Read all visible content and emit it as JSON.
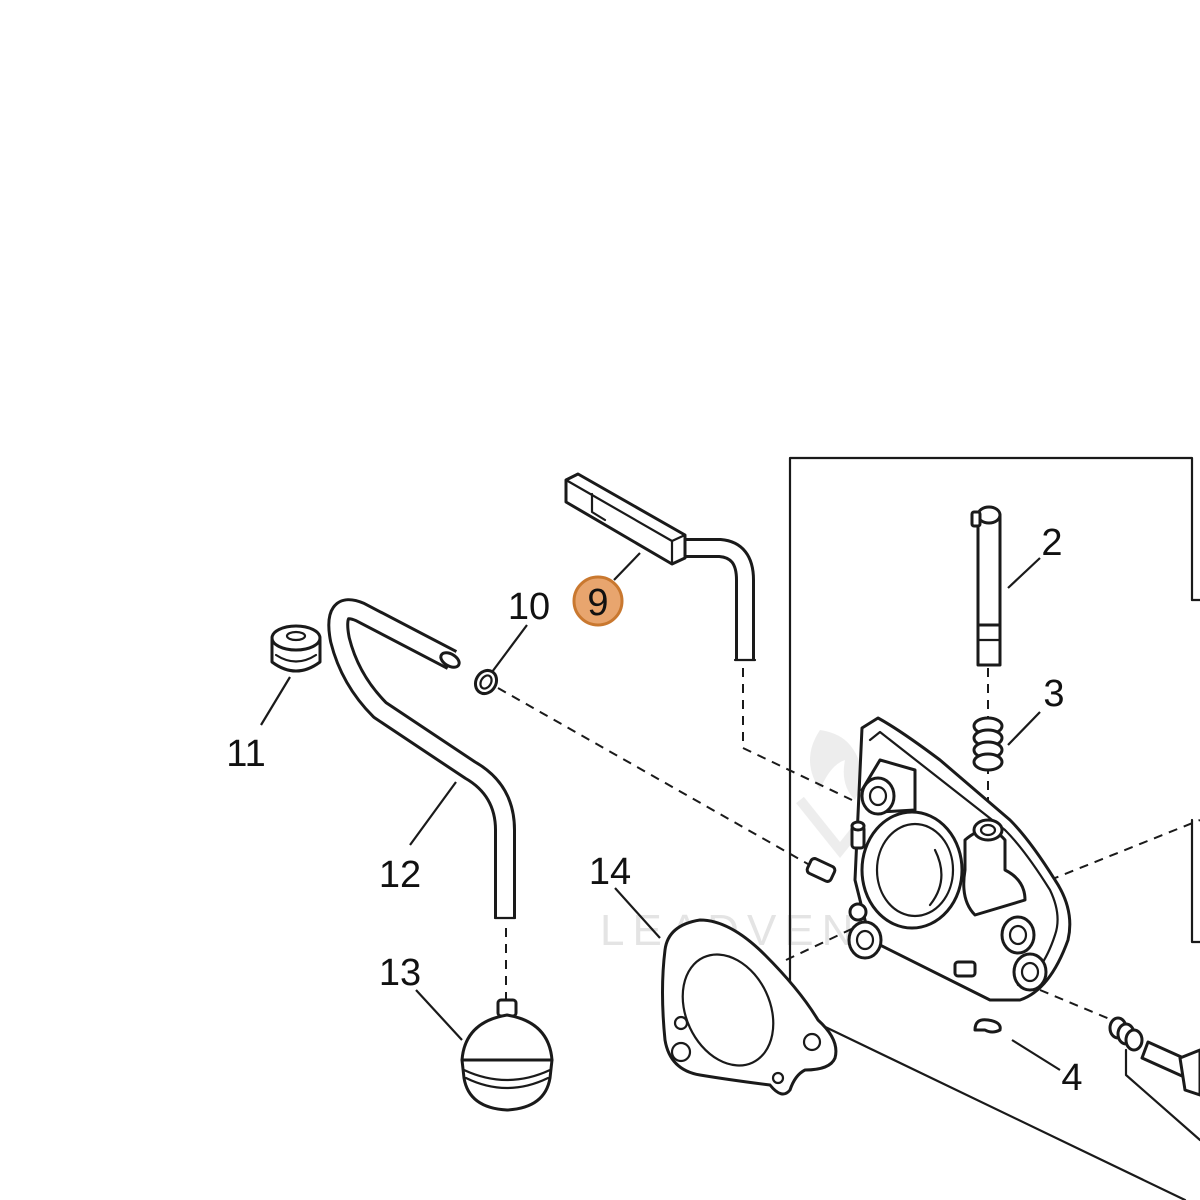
{
  "diagram": {
    "callouts": {
      "c2": "2",
      "c3": "3",
      "c4": "4",
      "c9": "9",
      "c10": "10",
      "c11": "11",
      "c12": "12",
      "c13": "13",
      "c14": "14"
    },
    "highlighted_callout": "9",
    "highlight_color": "#e8a56e",
    "highlight_stroke": "#c9782f",
    "line_color": "#1a1a1a",
    "watermark": "LEADVENTURE"
  }
}
